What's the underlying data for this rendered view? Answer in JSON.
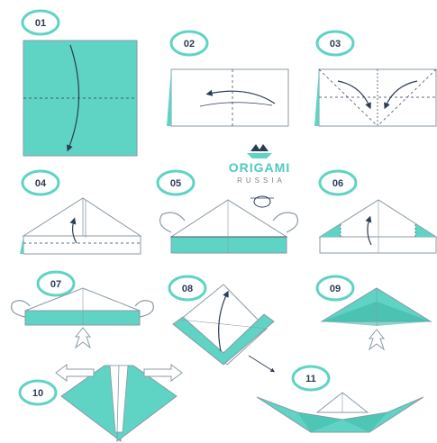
{
  "colors": {
    "teal": "#5fd3c4",
    "paper": "#ffffff",
    "outline": "#8a9aa6",
    "badge": "#2b3d55",
    "ring": "#5fd3c4"
  },
  "logo": {
    "title": "ORIGAMI",
    "subtitle": "RUSSIA",
    "icon": "boat-crown-icon"
  },
  "steps": [
    {
      "n": "01"
    },
    {
      "n": "02"
    },
    {
      "n": "03"
    },
    {
      "n": "04"
    },
    {
      "n": "05"
    },
    {
      "n": "06"
    },
    {
      "n": "07"
    },
    {
      "n": "08"
    },
    {
      "n": "09"
    },
    {
      "n": "10"
    },
    {
      "n": "11"
    }
  ]
}
